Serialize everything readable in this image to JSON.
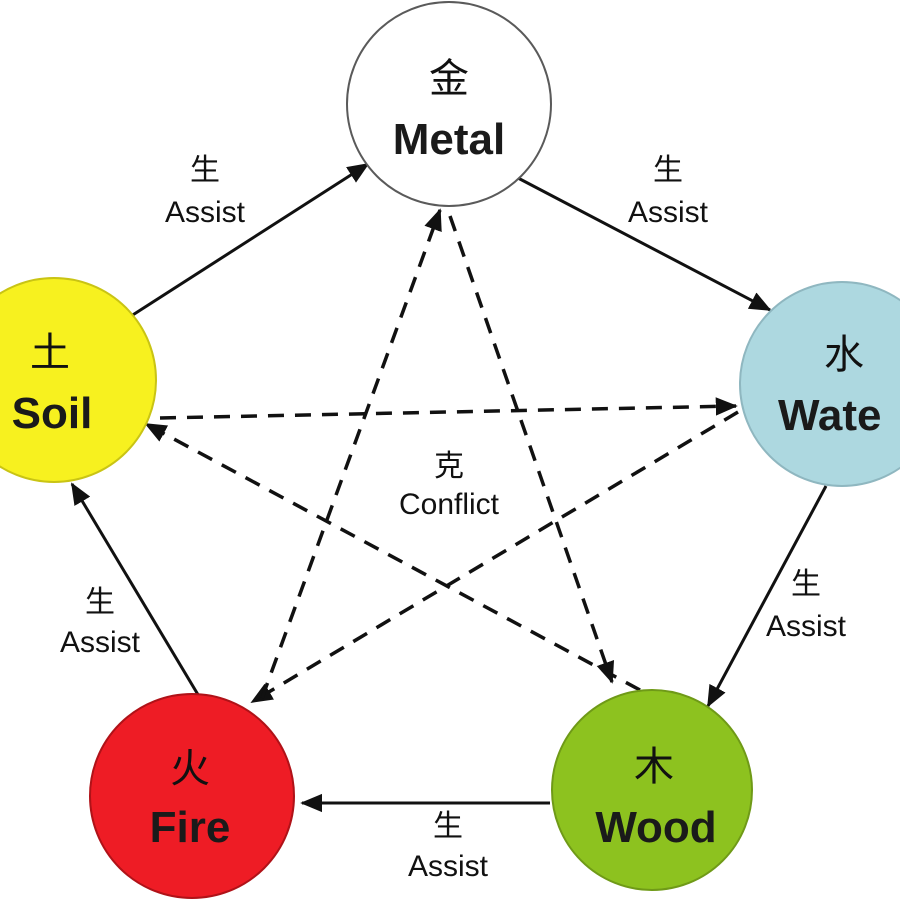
{
  "elements": {
    "metal": {
      "character": "金",
      "name": "Metal",
      "color": "#ffffff"
    },
    "water": {
      "character": "水",
      "name": "Wate",
      "color": "#add8e0"
    },
    "wood": {
      "character": "木",
      "name": "Wood",
      "color": "#8dc21f"
    },
    "fire": {
      "character": "火",
      "name": "Fire",
      "color": "#ee1c25"
    },
    "soil": {
      "character": "土",
      "name": "Soil",
      "color": "#f7f11f"
    }
  },
  "relations": {
    "assist": {
      "character": "生",
      "label": "Assist"
    },
    "conflict": {
      "character": "克",
      "label": "Conflict"
    }
  }
}
